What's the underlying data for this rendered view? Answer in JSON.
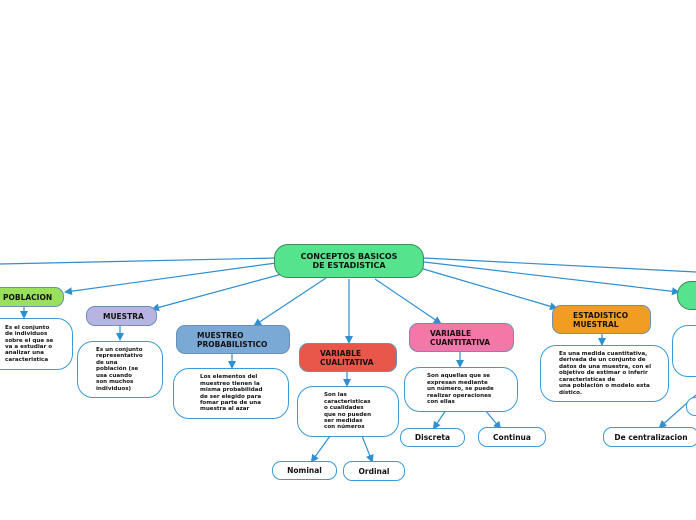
{
  "colors": {
    "connector": "#2e8fd1",
    "main": "#55e38d",
    "poblacion": "#9be05c",
    "muestra": "#b7b4e2",
    "muestreo": "#7ba9d6",
    "cualitativa": "#e9574b",
    "cuantitativa": "#f478a7",
    "estadistico": "#f19d24",
    "green_right": "#55e38d"
  },
  "central": {
    "label": "CONCEPTOS BASICOS\nDE ESTADISTICA"
  },
  "poblacion": {
    "label": "POBLACION",
    "desc": "Es el conjunto\nde individuos\nsobre el que se\nva a estudiar o\nanalizar una\ncaracteristica"
  },
  "muestra": {
    "label": "MUESTRA",
    "desc": "Es un conjunto\nrepresentativo\nde una\npoblación (se\nusa cuando\nson muchos\nindividuos)"
  },
  "muestreo": {
    "label": "MUESTREO\nPROBABILISTICO",
    "desc": "Los elementos del\nmuestreo tienen la\nmisma probabilidad\nde ser elegido para\nfomar parte de una\nmuestra al azar"
  },
  "cualitativa": {
    "label": "VARIABLE\nCUALITATIVA",
    "desc": "Son las\ncaracteristicas\no cualidades\nque no pueden\nser medidas\ncon números",
    "children": [
      "Nominal",
      "Ordinal"
    ]
  },
  "cuantitativa": {
    "label": "VARIABLE\nCUANTITATIVA",
    "desc": "Son aquellas que se\nexpresan mediante\nun número, se puede\nrealizar operaciones\ncon ellas",
    "children": [
      "Discreta",
      "Continua"
    ]
  },
  "estadistico": {
    "label": "ESTADISTICO\nMUESTRAL",
    "desc": "Es una medida cuantitativa,\nderivada de un conjunto de\ndatos de una muestra, con el\nobjetivo de estimar o inferir\ncaracteristicas de\nuna población o modelo esta\ndístico.",
    "child": "De centralizacion"
  }
}
